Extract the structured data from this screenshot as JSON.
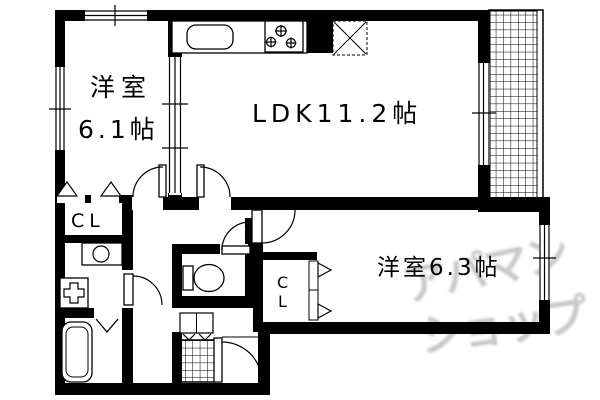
{
  "plan": {
    "rooms": {
      "western_room_1": {
        "name": "洋室",
        "size": "6.1帖"
      },
      "ldk": {
        "label": "LDK11.2帖"
      },
      "western_room_2": {
        "label": "洋室6.3帖"
      }
    },
    "closets": {
      "left_label": "CL",
      "right_label_top": "C",
      "right_label_bottom": "L"
    },
    "fixtures": [
      "kitchen-sink",
      "gas-stove",
      "refrigerator-space",
      "balcony",
      "toilet",
      "washbasin",
      "washing-machine-pan",
      "bathtub",
      "entrance-step",
      "shoe-cabinet"
    ]
  },
  "watermark": {
    "line1": "アパマン",
    "line2": "ショップ"
  },
  "colors": {
    "wall": "#000000",
    "background": "#ffffff",
    "watermark": "#c8c8c8"
  }
}
